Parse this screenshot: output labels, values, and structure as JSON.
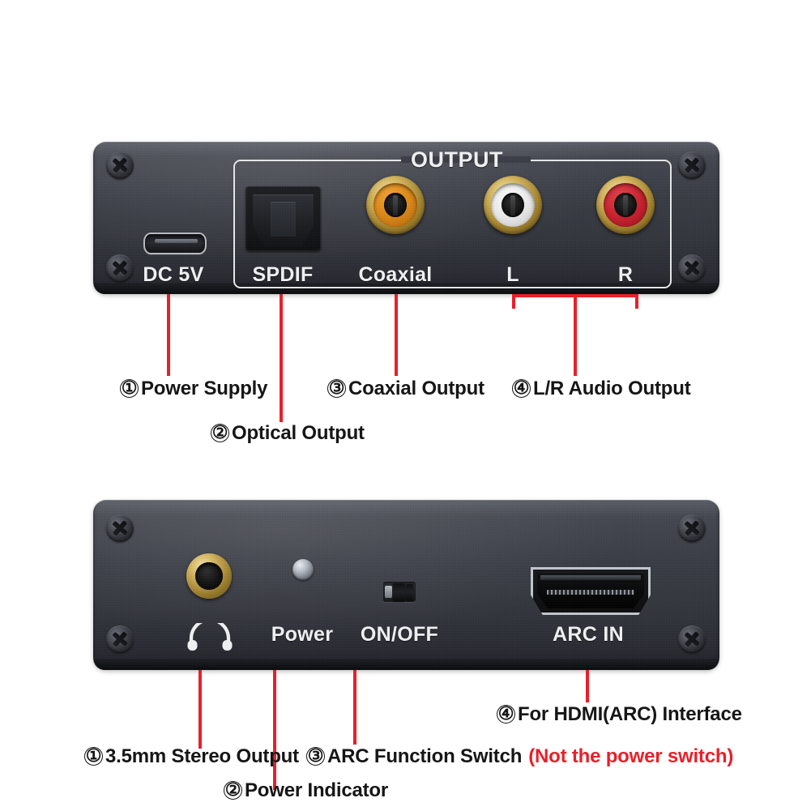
{
  "page": {
    "background": "#ffffff",
    "accent_red": "#e8202a",
    "device_body": "#383b43"
  },
  "top_device": {
    "name": "rear-panel",
    "silkscreen": {
      "group_label": "OUTPUT",
      "ports": [
        {
          "key": "dc5v",
          "label": "DC 5V",
          "icon": "micro-usb-icon"
        },
        {
          "key": "spdif",
          "label": "SPDIF",
          "icon": "toslink-optical-icon"
        },
        {
          "key": "coaxial",
          "label": "Coaxial",
          "icon": "rca-jack-icon",
          "color": "#e08a17"
        },
        {
          "key": "left",
          "label": "L",
          "icon": "rca-jack-icon",
          "color": "#f2f2f2"
        },
        {
          "key": "right",
          "label": "R",
          "icon": "rca-jack-icon",
          "color": "#cf2230"
        }
      ]
    },
    "callouts": [
      {
        "num": "①",
        "text": "Power Supply"
      },
      {
        "num": "②",
        "text": "Optical Output"
      },
      {
        "num": "③",
        "text": "Coaxial Output"
      },
      {
        "num": "④",
        "text": "L/R Audio Output"
      }
    ]
  },
  "bottom_device": {
    "name": "front-panel",
    "silkscreen": {
      "ports": [
        {
          "key": "headphone",
          "label": "",
          "icon": "headphone-icon"
        },
        {
          "key": "power_led",
          "label": "Power",
          "icon": "led-indicator-icon"
        },
        {
          "key": "arc_switch",
          "label": "ON/OFF",
          "icon": "slide-switch-icon"
        },
        {
          "key": "arc_in",
          "label": "ARC IN",
          "icon": "hdmi-port-icon"
        }
      ]
    },
    "callouts": [
      {
        "num": "①",
        "text": "3.5mm Stereo Output"
      },
      {
        "num": "②",
        "text": "Power Indicator"
      },
      {
        "num": "③",
        "text": "ARC Function Switch",
        "warning": "(Not the power switch)"
      },
      {
        "num": "④",
        "text": "For HDMI(ARC) Interface"
      }
    ]
  }
}
